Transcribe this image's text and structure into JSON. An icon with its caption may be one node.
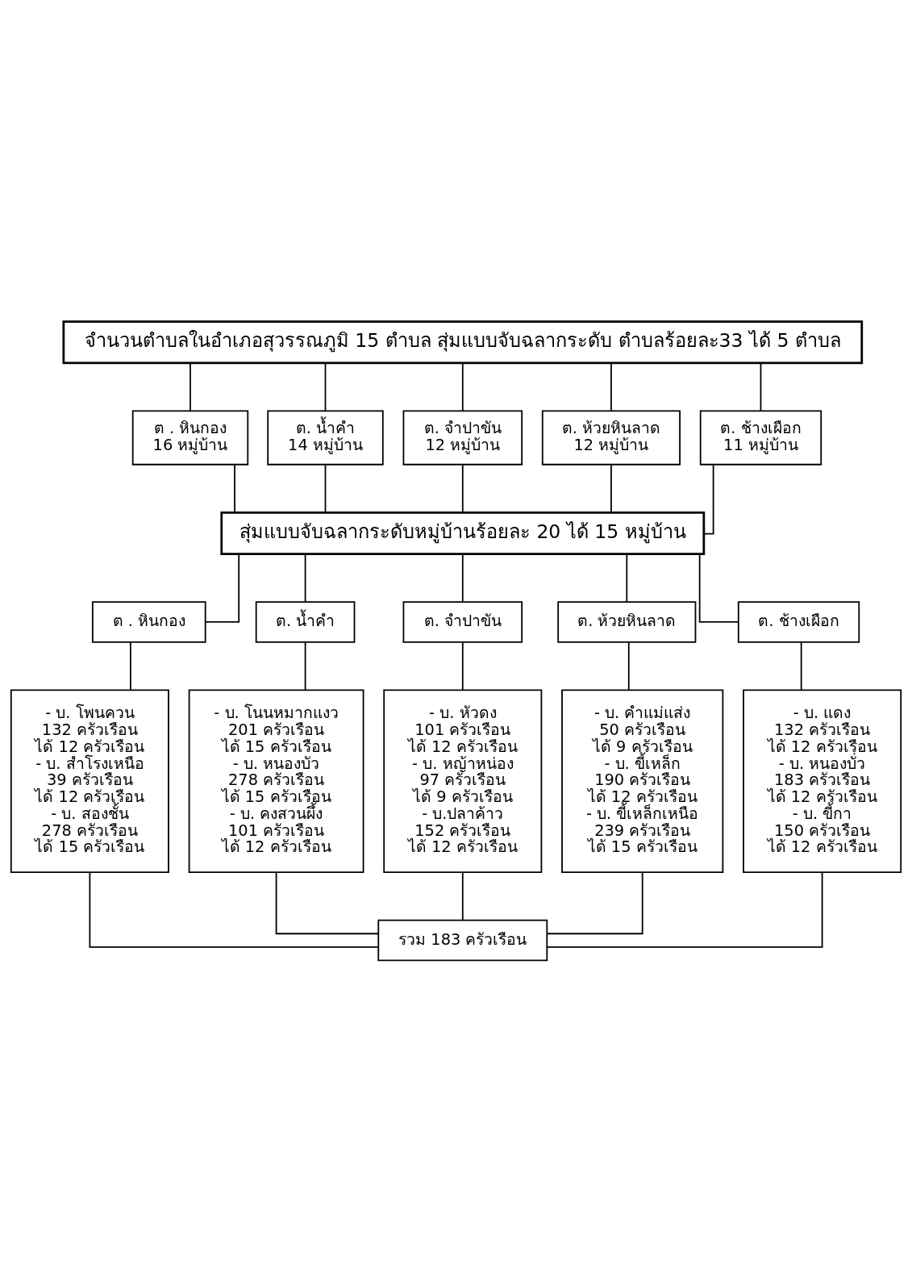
{
  "diagram": {
    "nodes": [
      {
        "text": [
          "จำนวนตำบลในอำเภอสุวรรณภูมิ 15 ตำบล สุ่มแบบจับฉลากระดับ ตำบลร้อยละ33 ได้ 5 ตำบล"
        ]
      },
      {
        "text": [
          "ต . หินกอง",
          "16 หมู่บ้าน"
        ]
      },
      {
        "text": [
          "ต. น้ำคำ",
          "14 หมู่บ้าน"
        ]
      },
      {
        "text": [
          "ต. จำปาขัน",
          "12 หมู่บ้าน"
        ]
      },
      {
        "text": [
          "ต. ห้วยหินลาด",
          "12 หมู่บ้าน"
        ]
      },
      {
        "text": [
          "ต. ช้างเผือก",
          "11 หมู่บ้าน"
        ]
      },
      {
        "text": [
          "สุ่มแบบจับฉลากระดับหมู่บ้านร้อยละ 20 ได้ 15 หมู่บ้าน"
        ]
      },
      {
        "text": [
          "ต . หินกอง"
        ]
      },
      {
        "text": [
          "ต. น้ำคำ"
        ]
      },
      {
        "text": [
          "ต. จำปาขัน"
        ]
      },
      {
        "text": [
          "ต. ห้วยหินลาด"
        ]
      },
      {
        "text": [
          "ต. ช้างเผือก"
        ]
      },
      {
        "text": [
          "- บ. โพนควน",
          "132 ครัวเรือน",
          "ได้ 12 ครัวเรือน",
          "- บ. สำโรงเหนือ",
          "39 ครัวเรือน",
          "ได้ 12 ครัวเรือน",
          "- บ. สองชั้น",
          "278 ครัวเรือน",
          "ได้ 15 ครัวเรือน"
        ]
      },
      {
        "text": [
          "- บ. โนนหมากแงว",
          "201 ครัวเรือน",
          "ได้ 15 ครัวเรือน",
          "- บ. หนองบัว",
          "278 ครัวเรือน",
          "ได้ 15 ครัวเรือน",
          "- บ. คงสวนผึ้ง",
          "101 ครัวเรือน",
          "ได้ 12 ครัวเรือน"
        ]
      },
      {
        "text": [
          "- บ. หัวดง",
          "101 ครัวเรือน",
          "ได้ 12 ครัวเรือน",
          "- บ. หญ้าหน่อง",
          "97 ครัวเรือน",
          "ได้ 9 ครัวเรือน",
          "- บ.ปลาค้าว",
          "152 ครัวเรือน",
          "ได้ 12 ครัวเรือน"
        ]
      },
      {
        "text": [
          "- บ. คำแม่แส่ง",
          "50 ครัวเรือน",
          "ได้ 9 ครัวเรือน",
          "- บ. ขี้เหล็ก",
          "190 ครัวเรือน",
          "ได้ 12 ครัวเรือน",
          "- บ. ขี้เหล็กเหนือ",
          "239 ครัวเรือน",
          "ได้ 15 ครัวเรือน"
        ]
      },
      {
        "text": [
          "- บ. แดง",
          "132 ครัวเรือน",
          "ได้ 12 ครัวเรือน",
          "- บ. หนองบั่ว",
          "183 ครัวเรือน",
          "ได้ 12 ครัวเรือน",
          "- บ. ขี้กา",
          "150 ครัวเรือน",
          "ได้ 12 ครัวเรือน"
        ]
      },
      {
        "text": [
          "รวม 183 ครัวเรือน"
        ]
      }
    ],
    "edges": [
      {
        "from": 0,
        "to": 1,
        "arrow": "none"
      },
      {
        "from": 0,
        "to": 2,
        "arrow": "none"
      },
      {
        "from": 0,
        "to": 3,
        "arrow": "none"
      },
      {
        "from": 0,
        "to": 4,
        "arrow": "none"
      },
      {
        "from": 0,
        "to": 5,
        "arrow": "none"
      },
      {
        "from": 1,
        "to": 6,
        "arrow": "none"
      },
      {
        "from": 2,
        "to": 6,
        "arrow": "none"
      },
      {
        "from": 3,
        "to": 6,
        "arrow": "none"
      },
      {
        "from": 4,
        "to": 6,
        "arrow": "none"
      },
      {
        "from": 5,
        "to": 6,
        "arrow": "none"
      },
      {
        "from": 6,
        "to": 7,
        "arrow": "none"
      },
      {
        "from": 6,
        "to": 8,
        "arrow": "none"
      },
      {
        "from": 6,
        "to": 9,
        "arrow": "none"
      },
      {
        "from": 6,
        "to": 10,
        "arrow": "none"
      },
      {
        "from": 6,
        "to": 11,
        "arrow": "none"
      },
      {
        "from": 7,
        "to": 12,
        "arrow": "none"
      },
      {
        "from": 8,
        "to": 13,
        "arrow": "none"
      },
      {
        "from": 9,
        "to": 14,
        "arrow": "none"
      },
      {
        "from": 10,
        "to": 15,
        "arrow": "none"
      },
      {
        "from": 11,
        "to": 16,
        "arrow": "none"
      },
      {
        "from": 12,
        "to": 17,
        "arrow": "none"
      },
      {
        "from": 13,
        "to": 17,
        "arrow": "none"
      },
      {
        "from": 14,
        "to": 17,
        "arrow": "none"
      },
      {
        "from": 15,
        "to": 17,
        "arrow": "none"
      },
      {
        "from": 16,
        "to": 17,
        "arrow": "none"
      }
    ]
  }
}
